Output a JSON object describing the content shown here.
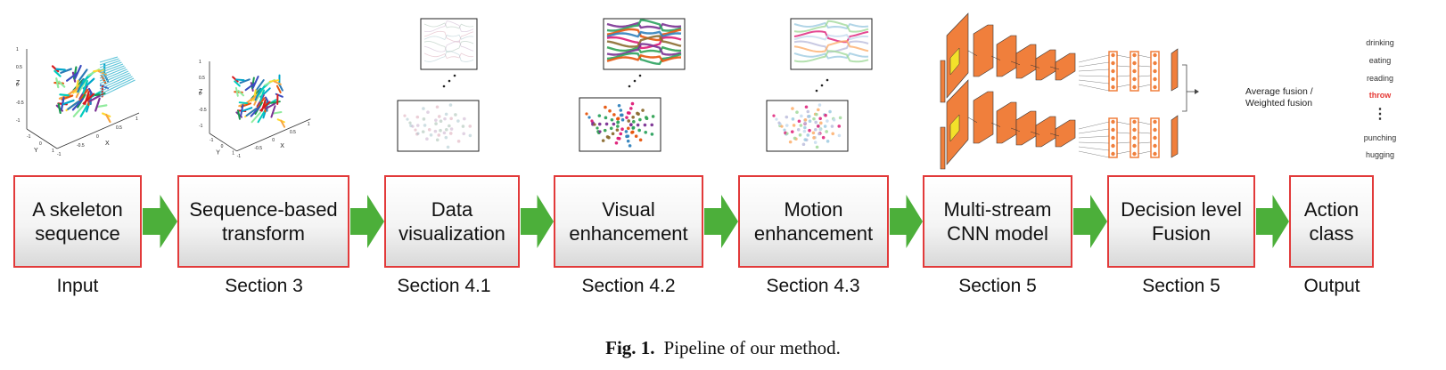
{
  "pipeline": {
    "boxes": [
      {
        "label": "A skeleton\nsequence",
        "section": "Input"
      },
      {
        "label": "Sequence-based\ntransform",
        "section": "Section 3"
      },
      {
        "label": "Data\nvisualization",
        "section": "Section 4.1"
      },
      {
        "label": "Visual\nenhancement",
        "section": "Section 4.2"
      },
      {
        "label": "Motion\nenhancement",
        "section": "Section 4.3"
      },
      {
        "label": "Multi-stream\nCNN model",
        "section": "Section 5"
      },
      {
        "label": "Decision level\nFusion",
        "section": "Section 5"
      },
      {
        "label": "Action\nclass",
        "section": "Output"
      }
    ],
    "colors": {
      "box_border": "#e23a3a",
      "arrow": "#4caf3a",
      "cnn": "#f07f3c",
      "highlight": "#e53935"
    }
  },
  "plots": {
    "axis_x": "X",
    "axis_y": "Y",
    "axis_z": "Z",
    "ticks_x": [
      "-1",
      "-0.5",
      "0",
      "0.5",
      "1"
    ],
    "ticks_z": [
      "1",
      "0.5",
      "0",
      "-0.5",
      "-1"
    ],
    "ticks_y": [
      "-1",
      "0",
      "1"
    ]
  },
  "fusion_label": "Average fusion /\nWeighted fusion",
  "action_classes": [
    "drinking",
    "eating",
    "reading",
    "throw",
    "⋮",
    "punching",
    "hugging"
  ],
  "caption": {
    "label": "Fig. 1.",
    "text": "Pipeline of our method."
  }
}
